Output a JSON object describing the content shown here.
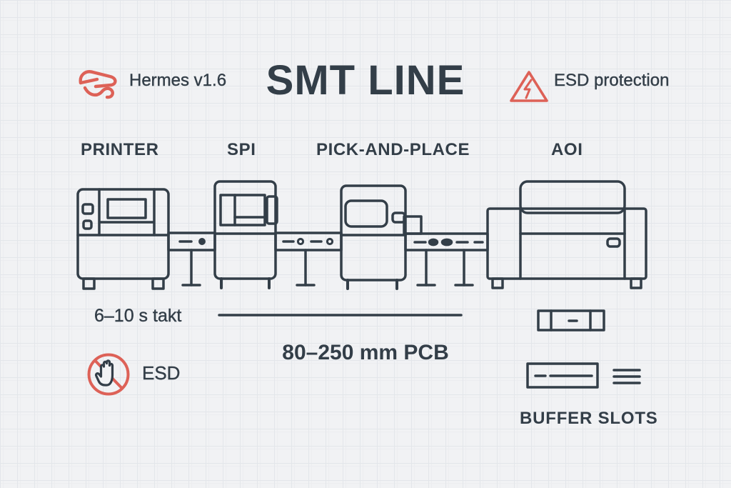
{
  "title": "SMT LINE",
  "header": {
    "hermes": {
      "icon": "hermes-wing-icon",
      "label": "Hermes v1.6"
    },
    "esd_protection": {
      "icon": "esd-warning-triangle-icon",
      "label": "ESD protection"
    }
  },
  "machines": [
    {
      "id": "printer",
      "label": "PRINTER"
    },
    {
      "id": "spi",
      "label": "SPI"
    },
    {
      "id": "pick-and-place",
      "label": "PICK-AND-PLACE"
    },
    {
      "id": "aoi",
      "label": "AOI"
    }
  ],
  "annotations": {
    "takt_time": "6–10 s takt",
    "pcb_size_range": "80–250 mm PCB",
    "esd_label": "ESD",
    "buffer_slots_label": "BUFFER SLOTS"
  },
  "colors": {
    "ink": "#333e48",
    "accent": "#dd6157",
    "background": "#f1f2f4"
  }
}
